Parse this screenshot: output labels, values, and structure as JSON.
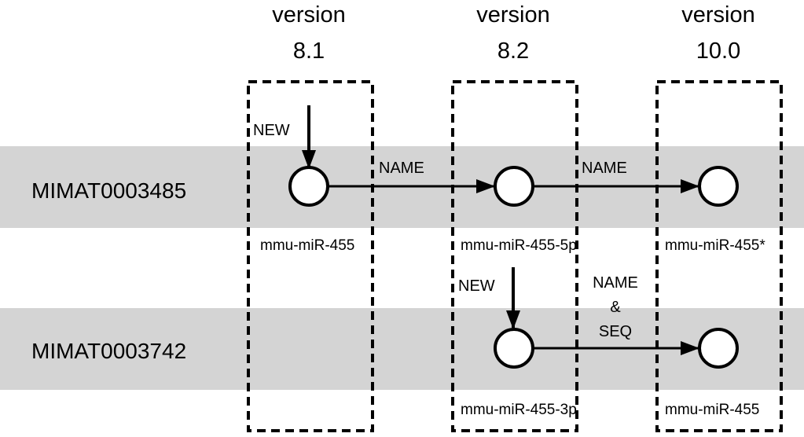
{
  "versions": [
    {
      "line1": "version",
      "line2": "8.1"
    },
    {
      "line1": "version",
      "line2": "8.2"
    },
    {
      "line1": "version",
      "line2": "10.0"
    }
  ],
  "rows": [
    {
      "label": "MIMAT0003485"
    },
    {
      "label": "MIMAT0003742"
    }
  ],
  "nodes": {
    "r1_v81": "mmu-miR-455",
    "r1_v82": "mmu-miR-455-5p",
    "r1_v10": "mmu-miR-455*",
    "r2_v82": "mmu-miR-455-3p",
    "r2_v10": "mmu-miR-455"
  },
  "edges": {
    "new_r1": "NEW",
    "name_r1_a": "NAME",
    "name_r1_b": "NAME",
    "new_r2": "NEW",
    "name_seq_line1": "NAME",
    "name_seq_line2": "&",
    "name_seq_line3": "SEQ"
  },
  "colors": {
    "row_band": "#d4d4d4",
    "stroke": "#000000",
    "node_fill": "#ffffff"
  }
}
